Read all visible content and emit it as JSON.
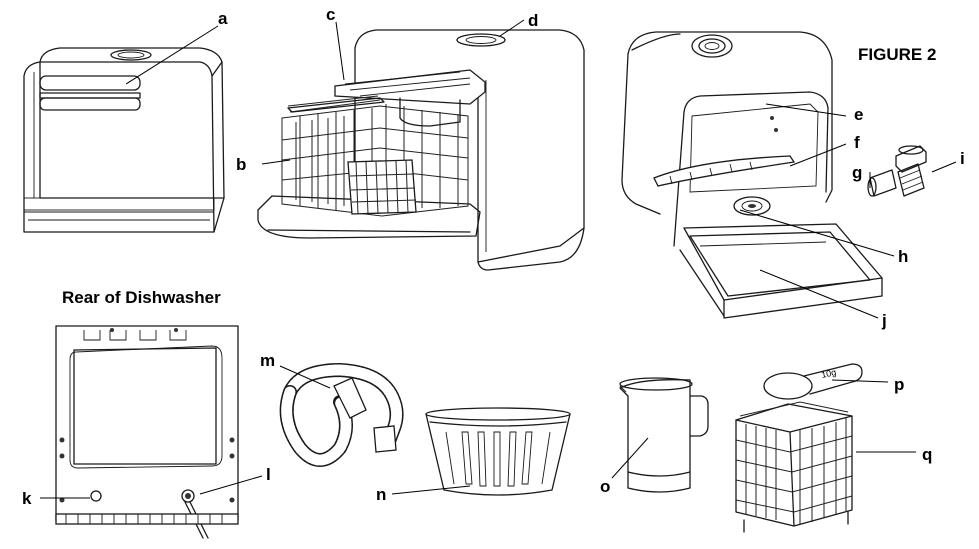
{
  "figure_title": "FIGURE 2",
  "rear_heading": "Rear of Dishwasher",
  "callouts": {
    "a": "a",
    "b": "b",
    "c": "c",
    "d": "d",
    "e": "e",
    "f": "f",
    "g": "g",
    "h": "h",
    "i": "i",
    "j": "j",
    "k": "k",
    "l": "l",
    "m": "m",
    "n": "n",
    "o": "o",
    "p": "p",
    "q": "q"
  },
  "scoop_text": "10g"
}
